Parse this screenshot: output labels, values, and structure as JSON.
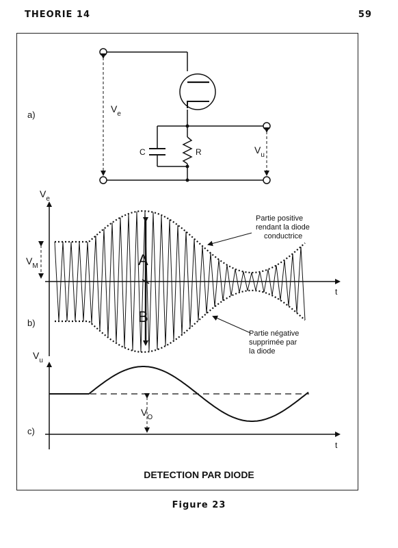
{
  "header": {
    "left": "THEORIE 14",
    "right": "59"
  },
  "caption": "Figure 23",
  "diagram": {
    "title": "DETECTION PAR DIODE",
    "panels": {
      "a": "a)",
      "b": "b)",
      "c": "c)"
    },
    "circuit": {
      "ve": "V",
      "ve_sub": "e",
      "vu": "V",
      "vu_sub": "u",
      "c": "C",
      "r": "R"
    },
    "plot_b": {
      "ylabel": "V",
      "ylabel_sub": "e",
      "xlabel": "t",
      "vm": "V",
      "vm_sub": "M",
      "letter_a": "A",
      "letter_b": "B",
      "note_pos": [
        "Partie positive",
        "rendant la diode",
        "conductrice"
      ],
      "note_neg": [
        "Partie négative",
        "supprimée par",
        "la diode"
      ]
    },
    "plot_c": {
      "ylabel": "V",
      "ylabel_sub": "u",
      "xlabel": "t",
      "vo": "V",
      "vo_sub": "O"
    }
  }
}
